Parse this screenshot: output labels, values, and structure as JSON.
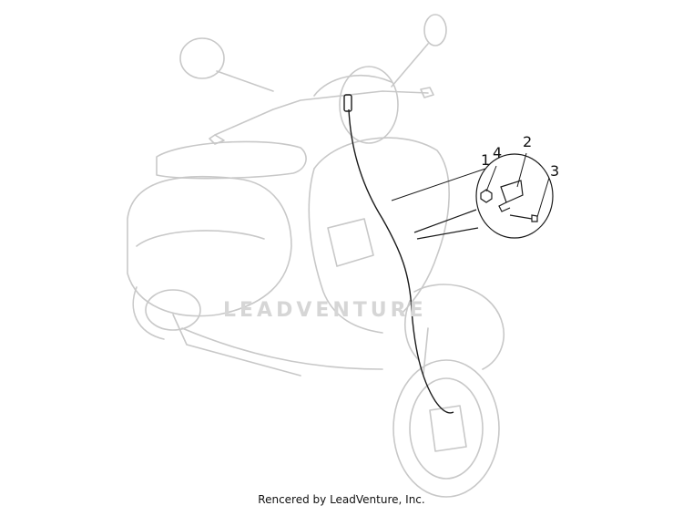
{
  "diagram": {
    "callouts": [
      {
        "id": "1",
        "label": "1"
      },
      {
        "id": "2",
        "label": "2"
      },
      {
        "id": "3",
        "label": "3"
      },
      {
        "id": "4",
        "label": "4"
      }
    ],
    "watermark": "LEADVENTURE",
    "footer": "Rencered by LeadVenture, Inc."
  },
  "colors": {
    "ghost_line": "#c8c8c8",
    "part_line": "#1a1a1a",
    "background": "#ffffff"
  }
}
